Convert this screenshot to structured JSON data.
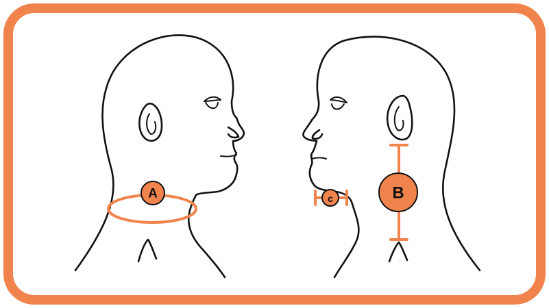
{
  "colors": {
    "accent": "#f0844c",
    "line": "#111111",
    "background": "#ffffff"
  },
  "markers": {
    "a": {
      "label": "A"
    },
    "b": {
      "label": "B"
    },
    "c": {
      "label": "c"
    }
  }
}
